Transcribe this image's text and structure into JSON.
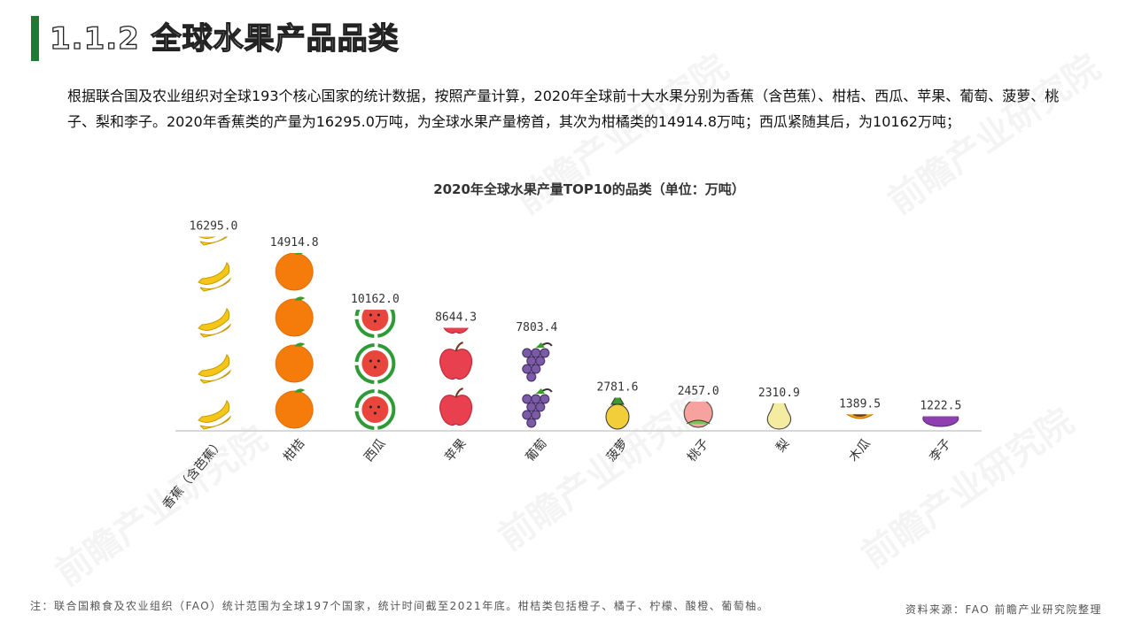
{
  "header": {
    "title": "1.1.2 全球水果产品品类"
  },
  "paragraph": "根据联合国及农业组织对全球193个核心国家的统计数据，按照产量计算，2020年全球前十大水果分别为香蕉（含芭蕉）、柑桔、西瓜、苹果、葡萄、菠萝、桃子、梨和李子。2020年香蕉类的产量为16295.0万吨，为全球水果产量榜首，其次为柑橘类的14914.8万吨；西瓜紧随其后，为10162万吨；",
  "chart_data": {
    "type": "bar",
    "title": "2020年全球水果产量TOP10的品类（单位：万吨）",
    "categories": [
      "香蕉（含芭蕉）",
      "柑桔",
      "西瓜",
      "苹果",
      "葡萄",
      "菠萝",
      "桃子",
      "梨",
      "木瓜",
      "李子"
    ],
    "values": [
      16295.0,
      14914.8,
      10162.0,
      8644.3,
      7803.4,
      2781.6,
      2457.0,
      2310.9,
      1389.5,
      1222.5
    ],
    "value_labels": [
      "16295.0",
      "14914.8",
      "10162.0",
      "8644.3",
      "7803.4",
      "2781.6",
      "2457.0",
      "2310.9",
      "1389.5",
      "1222.5"
    ],
    "icons": [
      "banana",
      "orange",
      "watermelon",
      "apple",
      "grape",
      "pineapple",
      "peach",
      "pear",
      "papaya",
      "plum"
    ],
    "ylim": [
      0,
      16700
    ],
    "xlabel": "",
    "ylabel": "",
    "grid": false
  },
  "footer": {
    "note": "注：联合国粮食及农业组织（FAO）统计范围为全球197个国家，统计时间截至2021年底。柑桔类包括橙子、橘子、柠檬、酸橙、葡萄柚。",
    "source": "资料来源：FAO 前瞻产业研究院整理"
  },
  "watermark": "前瞻产业研究院"
}
